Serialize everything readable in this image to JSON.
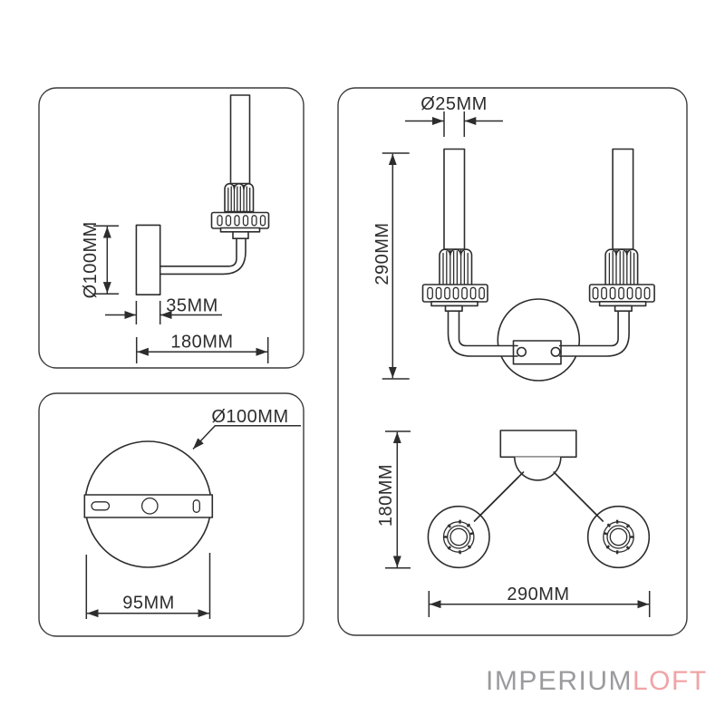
{
  "panels": {
    "side_view": {
      "dim_diameter": "Ø100MM",
      "dim_depth": "35MM",
      "dim_length": "180MM"
    },
    "backplate_view": {
      "dim_diameter": "Ø100MM",
      "dim_width": "95MM"
    },
    "front_view": {
      "dim_candle_diameter": "Ø25MM",
      "dim_height": "290MM"
    },
    "top_view": {
      "dim_projection": "180MM",
      "dim_width": "290MM"
    }
  },
  "brand": {
    "name_gray": "IMPERIUM",
    "name_pink": "LOFT",
    "color_gray": "#9b9b9e",
    "color_pink": "#f1a3a6"
  },
  "colors": {
    "background": "#ffffff",
    "line": "#2d2d2d",
    "panel_border": "#3a3a3a"
  }
}
